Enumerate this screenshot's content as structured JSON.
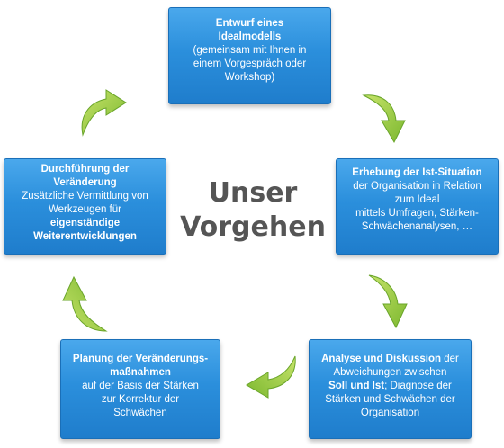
{
  "title": {
    "line1": "Unser",
    "line2": "Vorgehen"
  },
  "steps": {
    "top": {
      "line1": "Entwurf eines",
      "line2": "Idealmodells",
      "line3": "(gemeinsam mit Ihnen in",
      "line4": "einem Vorgespräch oder",
      "line5": "Workshop)"
    },
    "right": {
      "line1": "Erhebung der Ist-Situation",
      "line2": "der Organisation in Relation",
      "line3": "zum Ideal",
      "line4": "mittels Umfragen, Stärken-",
      "line5": "Schwächenanalysen, …"
    },
    "bottom_right": {
      "line1_bold": "Analyse und Diskussion",
      "line1_rest": " der",
      "line2": "Abweichungen zwischen",
      "line3_bold": "Soll und Ist",
      "line3_rest": "; Diagnose der",
      "line4": "Stärken und Schwächen der",
      "line5": "Organisation"
    },
    "bottom_left": {
      "line1": "Planung der Veränderungs-",
      "line2": "maßnahmen",
      "line3": "auf der Basis der Stärken",
      "line4": "zur Korrektur der",
      "line5": "Schwächen"
    },
    "left": {
      "line1": "Durchführung der",
      "line2": "Veränderung",
      "line3": "Zusätzliche Vermittlung von",
      "line4": "Werkzeugen für",
      "line5": "eigenständige",
      "line6": "Weiterentwicklungen"
    }
  },
  "colors": {
    "box": "#2b8fdc",
    "arrow": "#8cc63f",
    "title": "#555555"
  }
}
